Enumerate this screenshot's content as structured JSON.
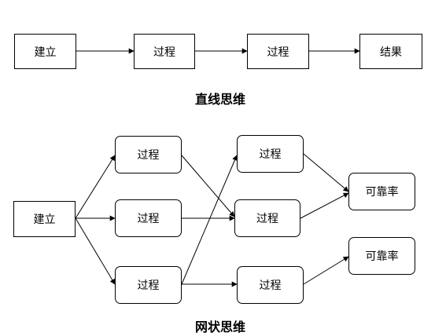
{
  "linear": {
    "nodes": [
      "建立",
      "过程",
      "过程",
      "结果"
    ],
    "caption": "直线思维"
  },
  "network": {
    "start": "建立",
    "col1": [
      "过程",
      "过程",
      "过程"
    ],
    "col2": [
      "过程",
      "过程",
      "过程"
    ],
    "outcomes": [
      "可靠率",
      "可靠率"
    ],
    "caption": "网状思维"
  }
}
